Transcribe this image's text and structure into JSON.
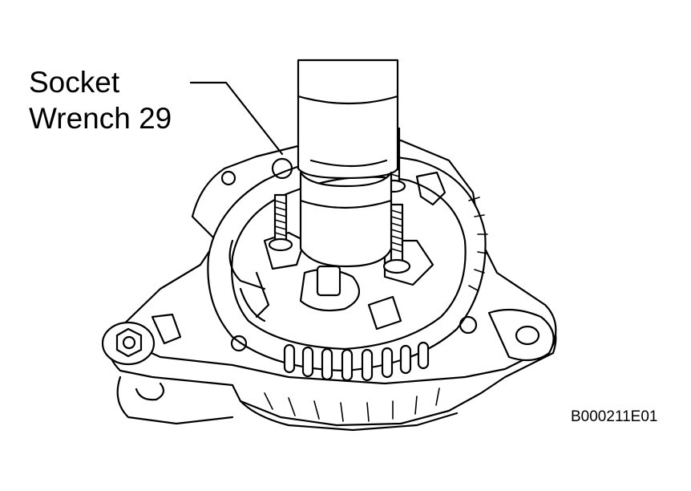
{
  "callout": {
    "line1": "Socket",
    "line2": "Wrench 29"
  },
  "figure_id": "B000211E01"
}
